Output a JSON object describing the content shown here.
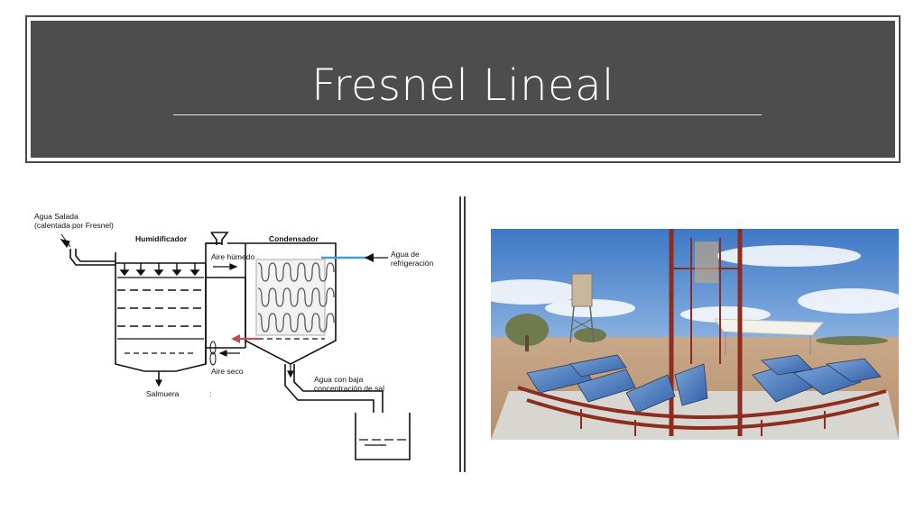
{
  "slide": {
    "title": "Fresnel Lineal"
  },
  "diagram": {
    "labels": {
      "agua_salada_1": "Agua Salada",
      "agua_salada_2": "(calentada por Fresnel)",
      "humidificador": "Humidificador",
      "condensador": "Condensador",
      "aire_humedo": "Aire húmedo",
      "agua_refrig_1": "Agua de",
      "agua_refrig_2": "refrigeración",
      "aire_seco": "Aire seco",
      "salmuera": "Salmuera",
      "agua_baja_1": "Agua con baja",
      "agua_baja_2": "concentración de sal",
      "colon": ":"
    },
    "colors": {
      "cold_water": "#3da0d6",
      "dry_air": "#c0504d",
      "line": "#111111"
    }
  },
  "photo": {
    "icons": [
      "solar-panel-array",
      "tower",
      "tent",
      "tree"
    ]
  }
}
